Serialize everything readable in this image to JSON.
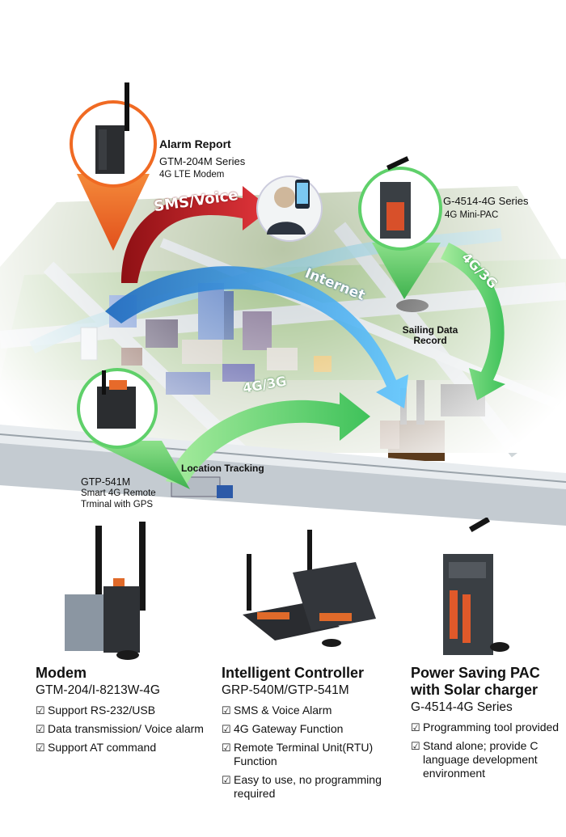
{
  "scene": {
    "alarm_title": "Alarm Report",
    "gtm_series": "GTM-204M Series",
    "gtm_desc": "4G LTE Modem",
    "sms_voice": "SMS/Voice",
    "g4514_series": "G-4514-4G Series",
    "g4514_desc": "4G Mini-PAC",
    "internet": "Internet",
    "net_4g3g_right": "4G/3G",
    "sailing": "Sailing Data Record",
    "net_4g3g_mid": "4G/3G",
    "location": "Location Tracking",
    "gtp_model": "GTP-541M",
    "gtp_desc1": "Smart 4G Remote",
    "gtp_desc2": "Trminal with GPS"
  },
  "columns": [
    {
      "title": "Modem",
      "model": "GTM-204/I-8213W-4G",
      "features": [
        "Support RS-232/USB",
        "Data transmission/ Voice alarm",
        "Support AT command"
      ]
    },
    {
      "title": "Intelligent Controller",
      "model": "GRP-540M/GTP-541M",
      "features": [
        "SMS & Voice Alarm",
        "4G Gateway Function",
        "Remote Terminal Unit(RTU) Function",
        "Easy to use, no programming required"
      ]
    },
    {
      "title": "Power Saving PAC with Solar charger",
      "model": "G-4514-4G Series",
      "features": [
        "Programming tool provided",
        "Stand alone; provide C language development environment"
      ]
    }
  ],
  "checkbox_icon": "☑",
  "colors": {
    "sms_arrow": "#d8232a",
    "internet_arrow": "#2a9be0",
    "net_arrow": "#5fd06a",
    "alarm_pin": "#f06a23"
  }
}
